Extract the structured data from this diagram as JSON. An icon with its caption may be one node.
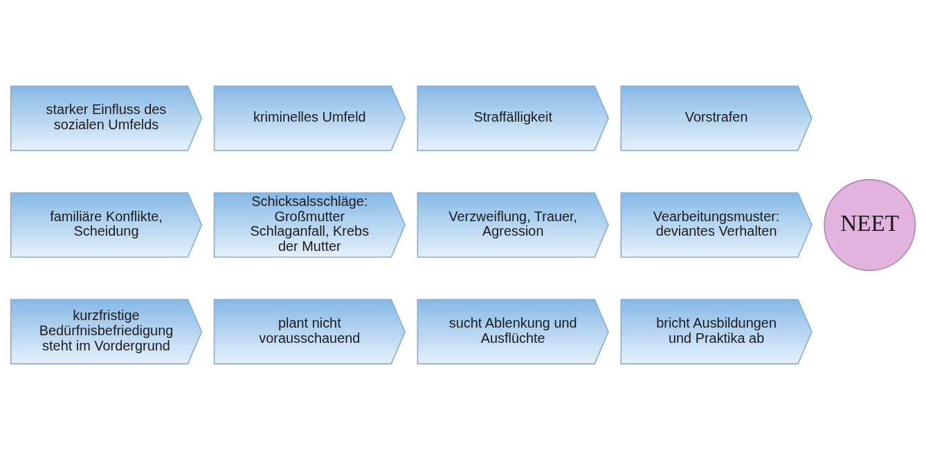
{
  "diagram": {
    "nodes": [
      {
        "text": [
          "starker Einfluss des sozialen Umfelds"
        ]
      },
      {
        "text": [
          "kriminelles Umfeld"
        ]
      },
      {
        "text": [
          "Straffälligkeit"
        ]
      },
      {
        "text": [
          "Vorstrafen"
        ]
      },
      {
        "text": [
          "familiäre Konflikte, Scheidung"
        ]
      },
      {
        "text": [
          "Schicksalsschläge: Großmutter Schlaganfall, Krebs der Mutter"
        ]
      },
      {
        "text": [
          "Verzweiflung, Trauer, Agression"
        ]
      },
      {
        "text": [
          "Vearbeitungsmuster: deviantes Verhalten"
        ]
      },
      {
        "text": [
          "NEET"
        ]
      },
      {
        "text": [
          "kurzfristige Bedürfnisbefriedigung steht im Vordergrund"
        ]
      },
      {
        "text": [
          "plant nicht vorausschauend"
        ]
      },
      {
        "text": [
          "sucht Ablenkung und Ausflüchte"
        ]
      },
      {
        "text": [
          "bricht Ausbildungen und Praktika ab"
        ]
      }
    ]
  }
}
